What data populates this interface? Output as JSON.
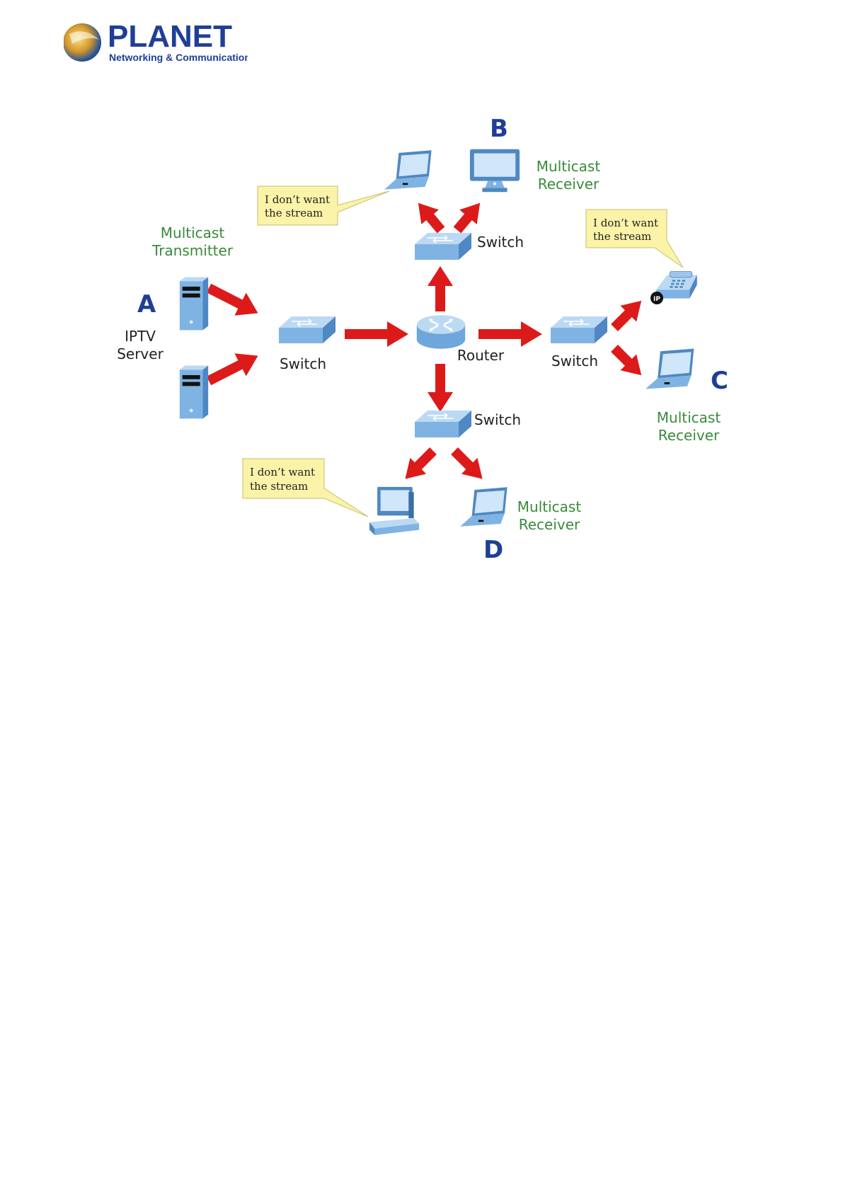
{
  "brand": {
    "name": "PLANET",
    "tagline": "Networking & Communication"
  },
  "colors": {
    "brand": "#1f3f96",
    "arrow": "#dd1a1a",
    "device": "#7fb3e3",
    "label_green": "#3a8a3a",
    "bubble": "#fbf3a8"
  },
  "diagram": {
    "letters": {
      "a": "A",
      "b": "B",
      "c": "C",
      "d": "D"
    },
    "transmitter": {
      "line1": "Multicast",
      "line2": "Transmitter"
    },
    "iptv": {
      "line1": "IPTV",
      "line2": "Server"
    },
    "nodes": {
      "router": "Router",
      "switch_left": "Switch",
      "switch_top": "Switch",
      "switch_right": "Switch",
      "switch_bottom": "Switch"
    },
    "receiver_b": {
      "line1": "Multicast",
      "line2": "Receiver"
    },
    "receiver_c": {
      "line1": "Multicast",
      "line2": "Receiver"
    },
    "receiver_d": {
      "line1": "Multicast",
      "line2": "Receiver"
    },
    "bubble_b": {
      "line1": "I don’t want",
      "line2": "the stream"
    },
    "bubble_c": {
      "line1": "I don’t want",
      "line2": "the stream"
    },
    "bubble_d": {
      "line1": "I don’t want",
      "line2": "the stream"
    },
    "phone_badge": "IP"
  }
}
